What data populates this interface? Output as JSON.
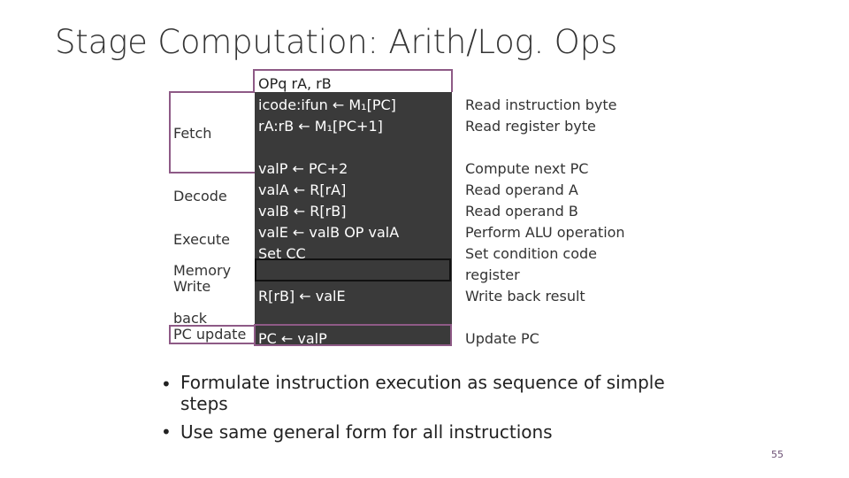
{
  "slide": {
    "title": "Stage Computation: Arith/Log. Ops",
    "page_number": "55"
  },
  "stages": {
    "fetch": "Fetch",
    "decode": "Decode",
    "execute": "Execute",
    "memory": "Memory",
    "write": "Write",
    "back": "back",
    "pc_update": "PC update"
  },
  "operations": {
    "line1": "OPq rA, rB",
    "line2": "icode:ifun ← M₁[PC]",
    "line3": "rA:rB ← M₁[PC+1]",
    "line4": "valP ← PC+2",
    "line5": "valA ← R[rA]",
    "line6": "valB ← R[rB]",
    "line7": "valE ← valB OP valA",
    "line8": "Set CC",
    "line9": "R[rB] ← valE",
    "line10": "PC ← valP"
  },
  "descriptions": {
    "d1": "Read instruction byte",
    "d2": "Read register byte",
    "d3": "Compute next PC",
    "d4": "Read operand A",
    "d5": "Read operand B",
    "d6": "Perform ALU operation",
    "d7": "Set condition code",
    "d8": "register",
    "d9": "Write back result",
    "d10": "Update PC"
  },
  "bullets": [
    "Formulate instruction execution as sequence of simple steps",
    "Use same general form for all instructions"
  ],
  "bullet_symbol": "•",
  "colors": {
    "panel": "#3a3a3a",
    "outline": "#8e5a86"
  }
}
